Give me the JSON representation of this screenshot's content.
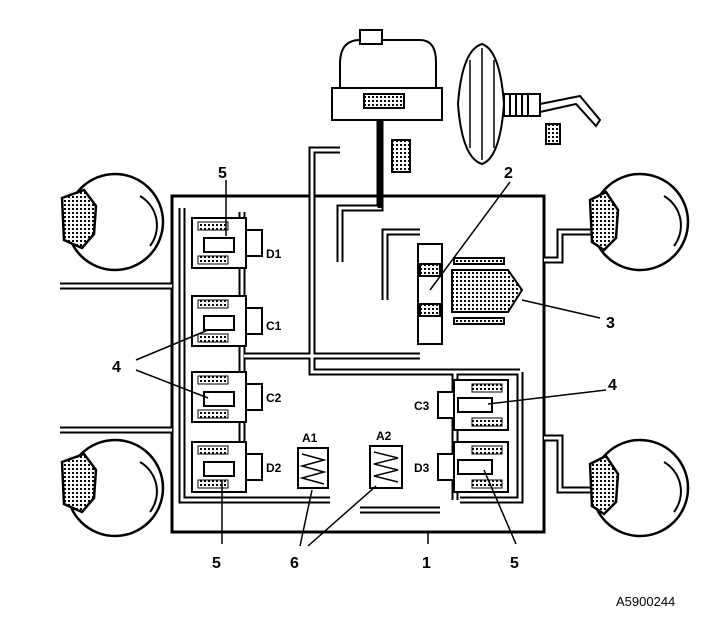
{
  "callouts": {
    "c1": "1",
    "c2": "2",
    "c3": "3",
    "c4a": "4",
    "c4b": "4",
    "c5a": "5",
    "c5b": "5",
    "c5c": "5",
    "c6": "6"
  },
  "valves": {
    "d1": "D1",
    "c1": "C1",
    "c2": "C2",
    "d2": "D2",
    "c3": "C3",
    "d3": "D3"
  },
  "accumulators": {
    "a1": "A1",
    "a2": "A2"
  },
  "reference_code": "A5900244",
  "colors": {
    "line": "#000000",
    "pipe_fill": "#ffffff",
    "background": "#ffffff"
  }
}
